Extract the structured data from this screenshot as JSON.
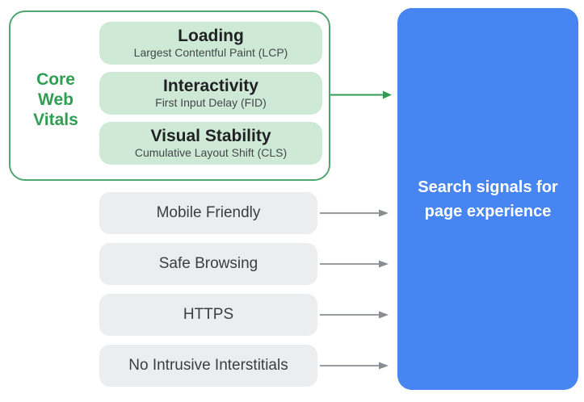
{
  "colors": {
    "green_border": "#4FA56F",
    "green_text": "#2F9E52",
    "green_fill": "#CEEAD6",
    "blue_fill": "#4785F2",
    "grey_fill": "#ECEDEF",
    "grey_arrow": "#898D92",
    "title_text": "#202124",
    "subtitle_text": "#44474B",
    "signal_text": "#3A3E43",
    "panel_text": "#FFFFFF"
  },
  "core_web_vitals": {
    "label": "Core Web Vitals",
    "metrics": [
      {
        "title": "Loading",
        "subtitle": "Largest Contentful Paint (LCP)"
      },
      {
        "title": "Interactivity",
        "subtitle": "First Input Delay (FID)"
      },
      {
        "title": "Visual Stability",
        "subtitle": "Cumulative Layout Shift (CLS)"
      }
    ]
  },
  "other_signals": [
    {
      "label": "Mobile Friendly"
    },
    {
      "label": "Safe Browsing"
    },
    {
      "label": "HTTPS"
    },
    {
      "label": "No Intrusive Interstitials"
    }
  ],
  "result_panel": {
    "label": "Search signals for page experience"
  }
}
